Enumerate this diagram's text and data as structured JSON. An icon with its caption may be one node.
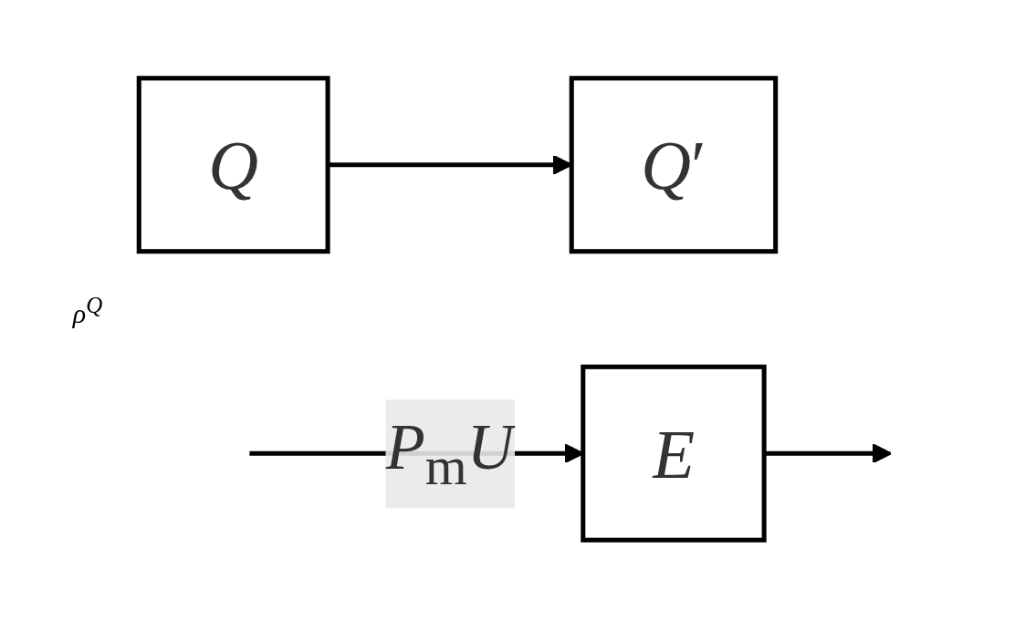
{
  "diagram": {
    "nodes": [
      {
        "text": [
          "*Q*"
        ],
        "beside": [
          "ρ$^{Q}$"
        ]
      },
      {
        "text": [
          "*Q*′"
        ]
      },
      {
        "text": [
          "*E*"
        ]
      }
    ],
    "edges": [
      {
        "from": 0,
        "to": 1,
        "arrow": "to"
      },
      {
        "from": 2,
        "to": null,
        "arrow": "to"
      },
      {
        "from": null,
        "to": 2,
        "arrow": "to",
        "label": "*P*$_{m}$*U*"
      }
    ]
  }
}
